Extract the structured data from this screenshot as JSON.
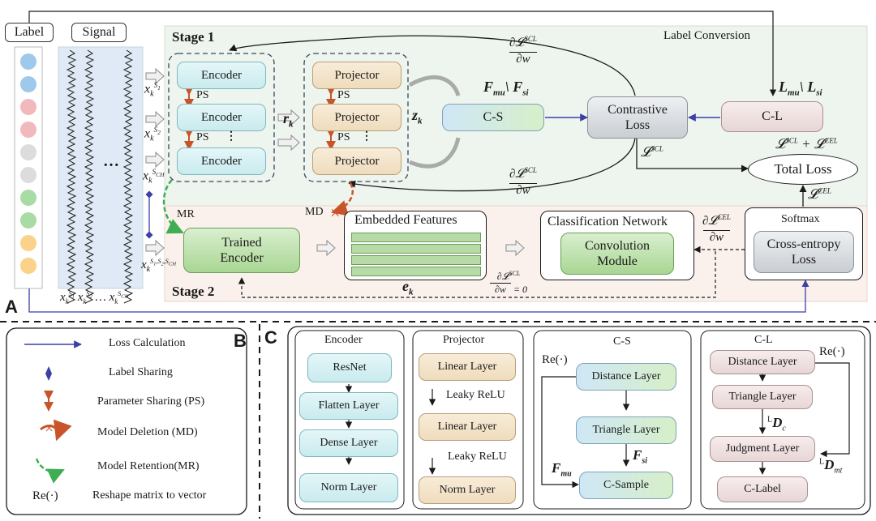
{
  "panel_letters": {
    "a": "A",
    "b": "B",
    "c": "C"
  },
  "stage1": {
    "title": "Stage 1",
    "label_conversion": "Label Conversion",
    "encoders": [
      "Encoder",
      "Encoder",
      "Encoder"
    ],
    "projectors": [
      "Projector",
      "Projector",
      "Projector"
    ],
    "ps": "PS",
    "dots": "⋮",
    "r_k": "r",
    "r_k_sub": "k",
    "z_k": "z",
    "z_k_sub": "k",
    "cs_box": "C-S",
    "contrastive_loss": [
      "Contrastive",
      "Loss"
    ],
    "cl_box": "C-L",
    "total_loss": "Total Loss"
  },
  "stage2": {
    "title": "Stage 2",
    "trained_encoder": [
      "Trained",
      "Encoder"
    ],
    "embedded_features": "Embedded Features",
    "e_k": "e",
    "e_k_sub": "k",
    "classification_network": "Classification Network",
    "convolution_module": [
      "Convolution",
      "Module"
    ],
    "softmax": "Softmax",
    "cross_entropy": [
      "Cross-entropy",
      "Loss"
    ],
    "mr": "MR",
    "md": "MD"
  },
  "inputs": {
    "label_header": "Label",
    "signal_header": "Signal",
    "label_colors": [
      "#9ec9ea",
      "#9ec9ea",
      "#f2b9bd",
      "#f2b9bd",
      "#dcdcdc",
      "#dcdcdc",
      "#a9dba4",
      "#a9dba4",
      "#fbd28a",
      "#fbd28a"
    ],
    "dots": "…"
  },
  "legend": [
    {
      "icon": "loss-calculation-arrow-icon",
      "text": "Loss Calculation"
    },
    {
      "icon": "label-sharing-icon",
      "text": "Label Sharing"
    },
    {
      "icon": "parameter-sharing-icon",
      "text": "Parameter Sharing (PS)"
    },
    {
      "icon": "model-deletion-icon",
      "text": "Model Deletion (MD)"
    },
    {
      "icon": "model-retention-icon",
      "text": "Model Retention(MR)"
    },
    {
      "icon": "reshape-symbol",
      "symbol": "Re(·)",
      "text": "Reshape matrix to vector"
    }
  ],
  "panel_c": {
    "encoder": {
      "title": "Encoder",
      "layers": [
        "ResNet",
        "Flatten Layer",
        "Dense Layer",
        "Norm Layer"
      ]
    },
    "projector": {
      "title": "Projector",
      "layers": [
        "Linear Layer",
        "Linear Layer",
        "Norm Layer"
      ],
      "activation": "Leaky ReLU"
    },
    "cs": {
      "title": "C-S",
      "layers": [
        "Distance Layer",
        "Triangle Layer",
        "C-Sample"
      ],
      "re": "Re(·)"
    },
    "cl": {
      "title": "C-L",
      "layers": [
        "Distance Layer",
        "Triangle Layer",
        "Judgment Layer",
        "C-Label"
      ],
      "re": "Re(·)"
    }
  },
  "colors": {
    "arrow_blue": "#3b3fa6",
    "accent_red": "#c9542a",
    "accent_green": "#3fae53",
    "stage1_bg": "#eef5ee",
    "stage2_bg": "#fbf1ec"
  }
}
